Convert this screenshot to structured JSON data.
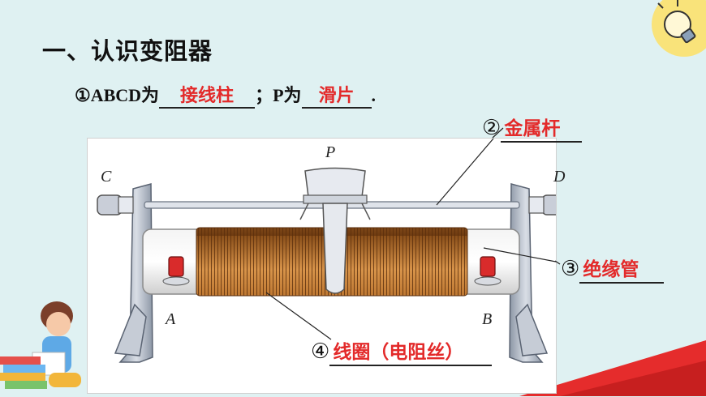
{
  "heading": "一、认识变阻器",
  "sentence": {
    "prefix": "①ABCD为",
    "blank1": "接线柱",
    "middle": "；P为",
    "blank2": "滑片",
    "suffix": "."
  },
  "callouts": {
    "c2": {
      "num": "②",
      "answer": "金属杆"
    },
    "c3": {
      "num": "③",
      "answer": "绝缘管"
    },
    "c4": {
      "num": "④",
      "answer": "线圈（电阻丝）"
    }
  },
  "labels": {
    "P": "P",
    "C": "C",
    "D": "D",
    "A": "A",
    "B": "B"
  },
  "colors": {
    "background": "#dff1f2",
    "answer": "#e32a2a",
    "coil": "#b8722c",
    "accent_red": "#e52c2c"
  },
  "icons": {
    "top_right": "lightbulb-icon",
    "bottom_left": "reading-child-illustration"
  }
}
